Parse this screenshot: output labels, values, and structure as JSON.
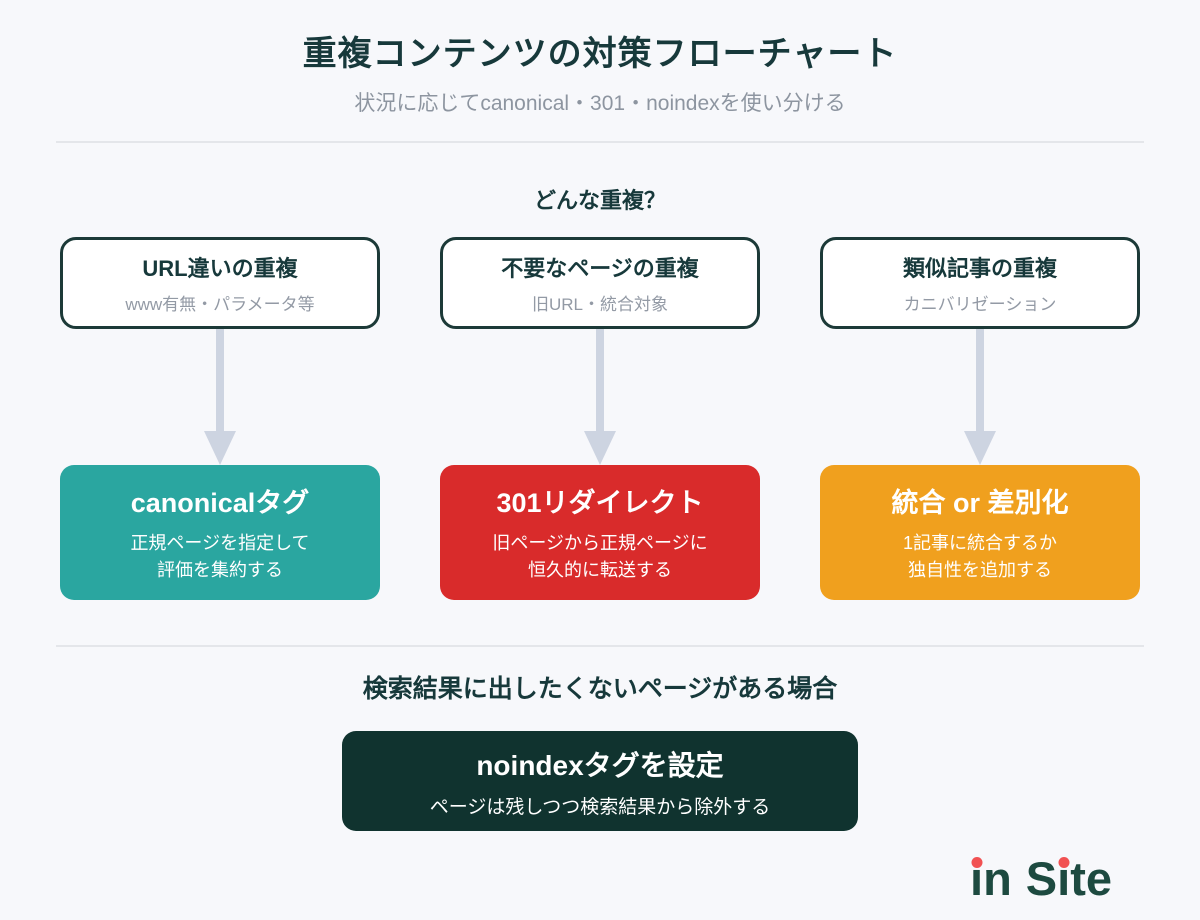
{
  "header": {
    "title": "重複コンテンツの対策フローチャート",
    "subtitle": "状況に応じてcanonical・301・noindexを使い分ける"
  },
  "flow": {
    "question": "どんな重複？",
    "columns": [
      {
        "cause_title": "URL違いの重複",
        "cause_sub": "www有無・パラメータ等",
        "solution_title": "canonicalタグ",
        "solution_line1": "正規ページを指定して",
        "solution_line2": "評価を集約する",
        "color": "#2aa6a0"
      },
      {
        "cause_title": "不要なページの重複",
        "cause_sub": "旧URL・統合対象",
        "solution_title": "301リダイレクト",
        "solution_line1": "旧ページから正規ページに",
        "solution_line2": "恒久的に転送する",
        "color": "#d92b2b"
      },
      {
        "cause_title": "類似記事の重複",
        "cause_sub": "カニバリゼーション",
        "solution_title": "統合 or 差別化",
        "solution_line1": "1記事に統合するか",
        "solution_line2": "独自性を追加する",
        "color": "#f0a01e"
      }
    ]
  },
  "noindex": {
    "heading": "検索結果に出したくないページがある場合",
    "box_title": "noindexタグを設定",
    "box_body": "ページは残しつつ検索結果から除外する",
    "color": "#10332f"
  },
  "logo": {
    "text": "in Site",
    "i1": "ı",
    "n": "n",
    "s": "S",
    "i2": "ı",
    "te": "te"
  },
  "colors": {
    "background": "#f7f8fb",
    "heading_text": "#17393b",
    "muted_text": "#8d95a0",
    "divider": "#e4e6ea",
    "card_border": "#1c3a38",
    "arrow": "#cdd4e1",
    "canonical_teal": "#2aa6a0",
    "redirect_red": "#d92b2b",
    "differentiate_orange": "#f0a01e",
    "noindex_dark": "#10332f",
    "logo_green": "#1d4a40",
    "logo_dot_red": "#f15152"
  }
}
